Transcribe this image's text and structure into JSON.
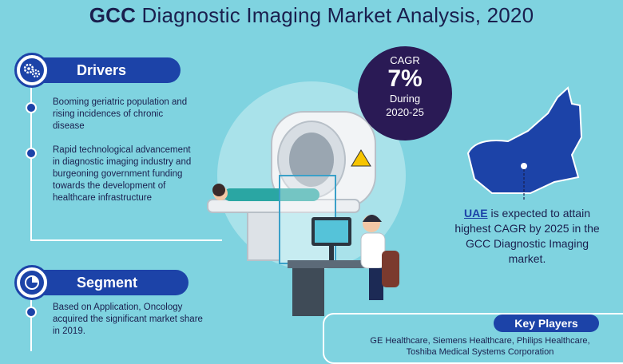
{
  "title": {
    "bold": "GCC",
    "rest": " Diagnostic Imaging Market Analysis, 2020"
  },
  "drivers": {
    "label": "Drivers",
    "items": [
      "Booming geriatric population and rising incidences of chronic disease",
      "Rapid technological advancement in diagnostic imaging industry and burgeoning government funding towards the development of healthcare infrastructure"
    ]
  },
  "segment": {
    "label": "Segment",
    "items": [
      "Based on Application, Oncology acquired the significant market share in 2019."
    ]
  },
  "cagr": {
    "label": "CAGR",
    "value": "7%",
    "during": "During",
    "period": "2020-25"
  },
  "uae": {
    "highlight": "UAE",
    "text": " is expected to attain highest CAGR by 2025 in the GCC Diagnostic Imaging market."
  },
  "key_players": {
    "label": "Key Players",
    "line1": "GE Healthcare, Siemens Healthcare, Philips Healthcare,",
    "line2": "Toshiba Medical Systems Corporation"
  },
  "colors": {
    "background": "#7fd3e0",
    "accent": "#1c43a8",
    "dark": "#1a1f4e",
    "cagr_bg": "#2a1a55"
  }
}
